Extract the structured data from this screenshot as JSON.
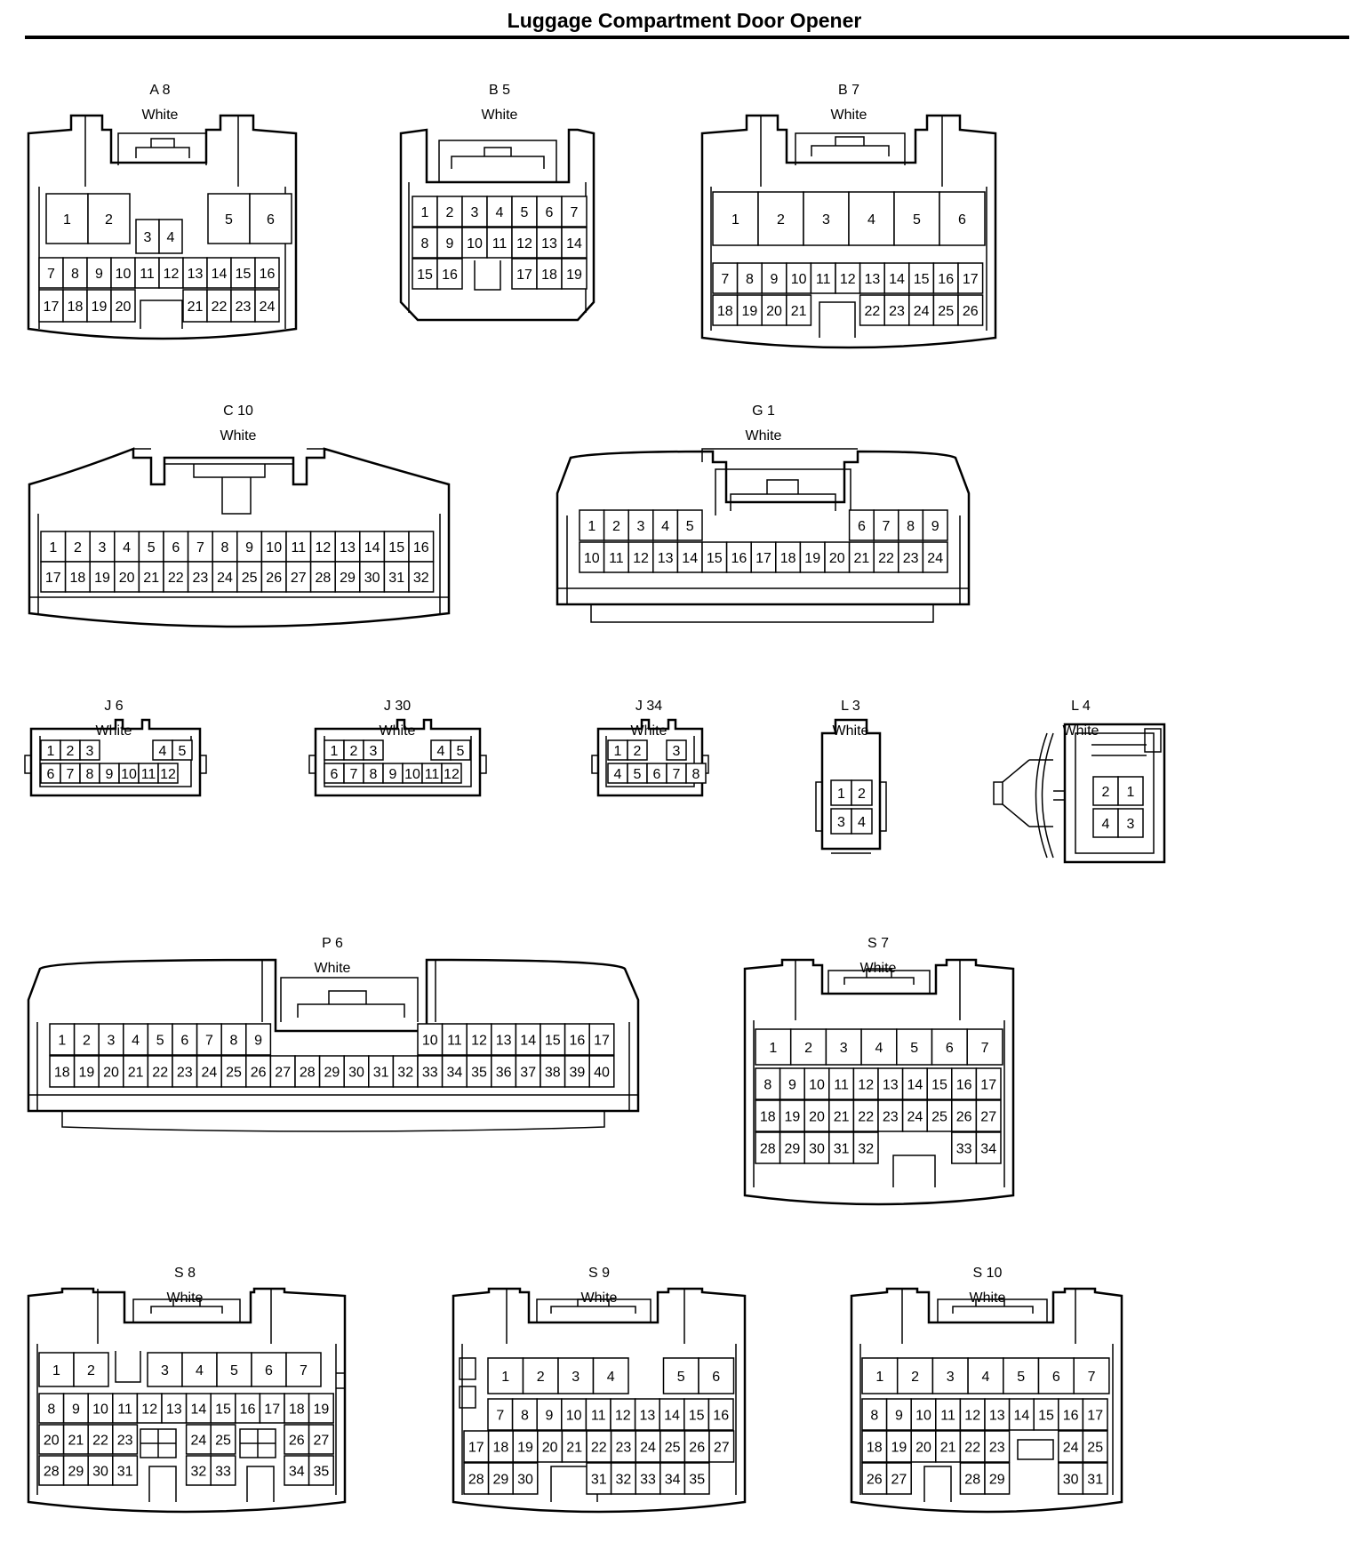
{
  "title": "Luggage Compartment Door Opener",
  "connectors": [
    {
      "id": "A 8",
      "color": "White"
    },
    {
      "id": "B 5",
      "color": "White"
    },
    {
      "id": "B 7",
      "color": "White"
    },
    {
      "id": "C 10",
      "color": "White"
    },
    {
      "id": "G 1",
      "color": "White"
    },
    {
      "id": "J 6",
      "color": "White"
    },
    {
      "id": "J 30",
      "color": "White"
    },
    {
      "id": "J 34",
      "color": "White"
    },
    {
      "id": "L 3",
      "color": "White"
    },
    {
      "id": "L 4",
      "color": "White"
    },
    {
      "id": "P 6",
      "color": "White"
    },
    {
      "id": "S 7",
      "color": "White"
    },
    {
      "id": "S 8",
      "color": "White"
    },
    {
      "id": "S 9",
      "color": "White"
    },
    {
      "id": "S 10",
      "color": "White"
    }
  ]
}
